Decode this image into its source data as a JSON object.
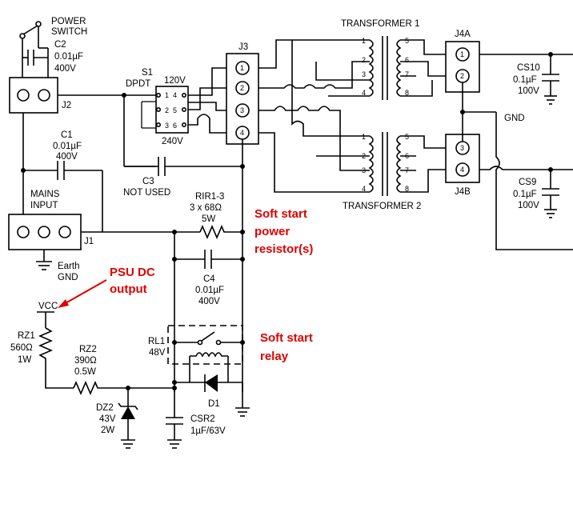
{
  "labels": {
    "power_switch": [
      "POWER",
      "SWITCH"
    ],
    "c2": [
      "C2",
      "0.01µF",
      "400V"
    ],
    "j2": "J2",
    "s1": [
      "S1",
      "DPDT"
    ],
    "s1_120": "120V",
    "s1_240": "240V",
    "s1_pins": [
      "1",
      "4",
      "2",
      "5",
      "3",
      "6"
    ],
    "j3": "J3",
    "j3_pins": [
      "1",
      "2",
      "3",
      "4"
    ],
    "t1": "TRANSFORMER  1",
    "t2": "TRANSFORMER  2",
    "t_pins": [
      "1",
      "2",
      "3",
      "4",
      "5",
      "6",
      "7",
      "8"
    ],
    "j4a": "J4A",
    "j4b": "J4B",
    "j4_pins": [
      "1",
      "2",
      "3",
      "4"
    ],
    "cs10": [
      "CS10",
      "0.1µF",
      "100V"
    ],
    "cs9": [
      "CS9",
      "0.1µF",
      "100V"
    ],
    "gnd": "GND",
    "c1": [
      "C1",
      "0.01µF",
      "400V"
    ],
    "mains": [
      "MAINS",
      "INPUT"
    ],
    "j1": "J1",
    "earth": [
      "Earth",
      "GND"
    ],
    "c3": [
      "C3",
      "NOT  USED"
    ],
    "rir": [
      "RIR1-3",
      "3  x  68Ω",
      "5W"
    ],
    "c4": [
      "C4",
      "0.01µF",
      "400V"
    ],
    "rl1": [
      "RL1",
      "48V"
    ],
    "vcc": "VCC",
    "rz1": [
      "RZ1",
      "560Ω",
      "1W"
    ],
    "rz2": [
      "RZ2",
      "390Ω",
      "0.5W"
    ],
    "dz2": [
      "DZ2",
      "43V",
      "2W"
    ],
    "csr2": [
      "CSR2",
      "1µF/63V"
    ],
    "d1": "D1"
  },
  "annotations": {
    "soft_start_resistor": [
      "Soft start",
      "power",
      "resistor(s)"
    ],
    "psu_dc_output": [
      "PSU DC",
      "output"
    ],
    "soft_start_relay": [
      "Soft start",
      "relay"
    ]
  },
  "colors": {
    "annotation": "#e00000",
    "line": "#000000"
  }
}
